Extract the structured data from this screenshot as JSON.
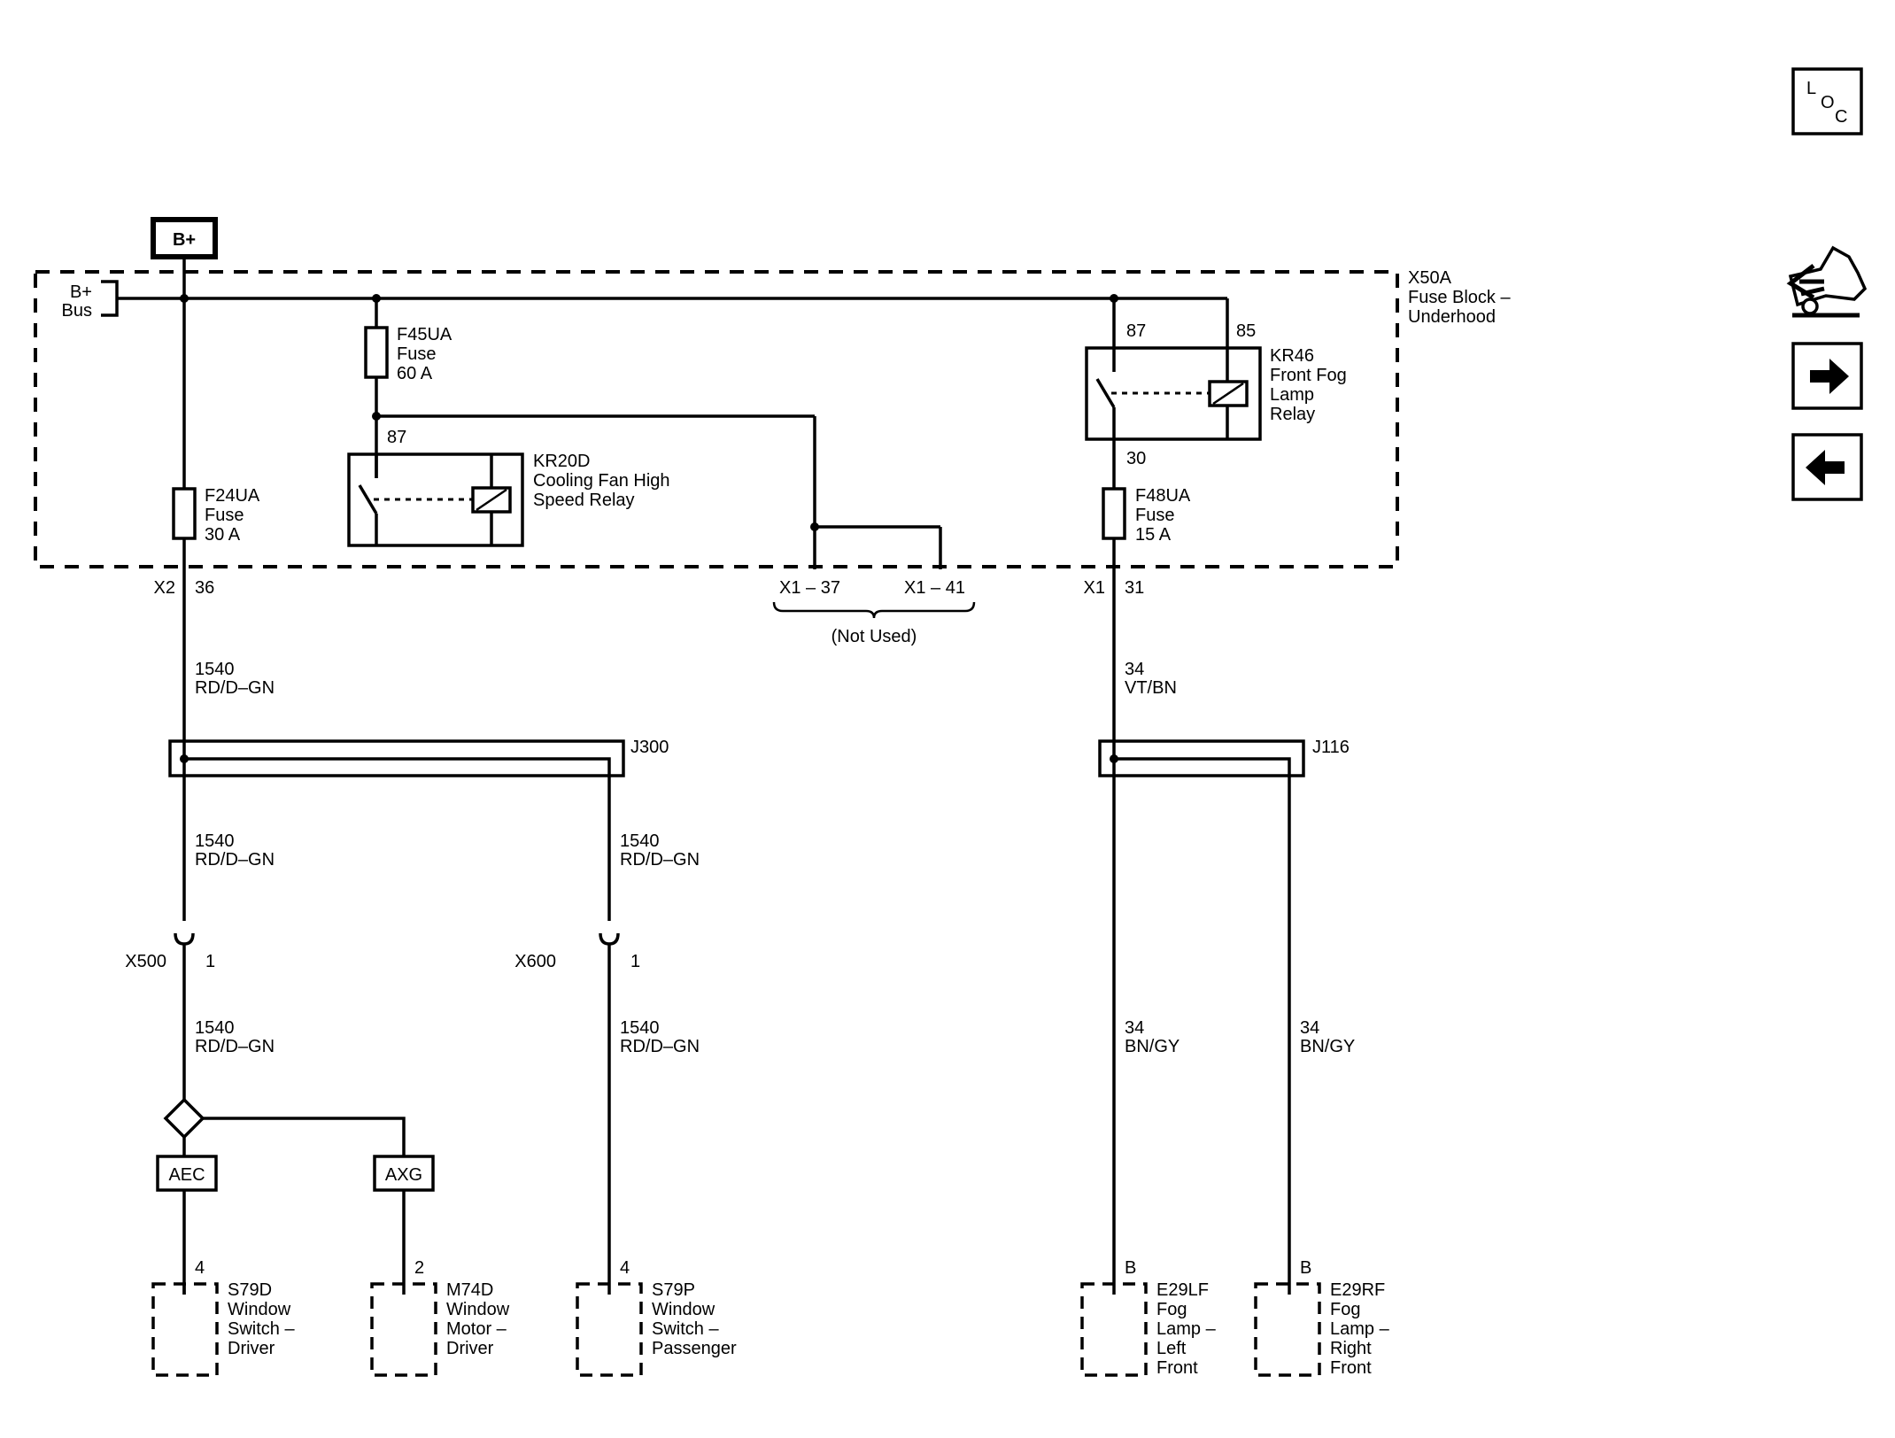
{
  "nav": {
    "loc": [
      "L",
      "O",
      "C"
    ],
    "icons": [
      "location-icon",
      "service-info-icon",
      "next-page-icon",
      "previous-page-icon"
    ]
  },
  "power": {
    "source": "B+",
    "bus_line1": "B+",
    "bus_line2": "Bus"
  },
  "fuse_block": {
    "id": "X50A",
    "line2": "Fuse Block –",
    "line3": "Underhood"
  },
  "fuses": {
    "f45ua": [
      "F45UA",
      "Fuse",
      "60 A"
    ],
    "f24ua": [
      "F24UA",
      "Fuse",
      "30 A"
    ],
    "f48ua": [
      "F48UA",
      "Fuse",
      "15 A"
    ]
  },
  "relays": {
    "kr20d": {
      "lines": [
        "KR20D",
        "Cooling Fan High",
        "Speed Relay"
      ],
      "pin": "87"
    },
    "kr46": {
      "lines": [
        "KR46",
        "Front Fog",
        "Lamp",
        "Relay"
      ],
      "pin_87": "87",
      "pin_85": "85",
      "pin_30": "30"
    }
  },
  "connectors": {
    "x2": {
      "id": "X2",
      "pin": "36"
    },
    "x1_left": "X1 – 37",
    "x1_right": "X1 – 41",
    "not_used": "(Not Used)",
    "x1": {
      "id": "X1",
      "pin": "31"
    },
    "x500": {
      "id": "X500",
      "pin": "1"
    },
    "x600": {
      "id": "X600",
      "pin": "1"
    }
  },
  "wires": {
    "w1540_a": [
      "1540",
      "RD/D–GN"
    ],
    "w34_a": [
      "34",
      "VT/BN"
    ],
    "w1540_b": [
      "1540",
      "RD/D–GN"
    ],
    "w1540_c": [
      "1540",
      "RD/D–GN"
    ],
    "w1540_d": [
      "1540",
      "RD/D–GN"
    ],
    "w1540_e": [
      "1540",
      "RD/D–GN"
    ],
    "w34_b": [
      "34",
      "BN/GY"
    ],
    "w34_c": [
      "34",
      "BN/GY"
    ]
  },
  "splices": {
    "j300": "J300",
    "j116": "J116"
  },
  "options": {
    "aec": "AEC",
    "axg": "AXG"
  },
  "components": {
    "s79d": {
      "pin": "4",
      "lines": [
        "S79D",
        "Window",
        "Switch –",
        "Driver"
      ]
    },
    "m74d": {
      "pin": "2",
      "lines": [
        "M74D",
        "Window",
        "Motor –",
        "Driver"
      ]
    },
    "s79p": {
      "pin": "4",
      "lines": [
        "S79P",
        "Window",
        "Switch –",
        "Passenger"
      ]
    },
    "e29lf": {
      "pin": "B",
      "lines": [
        "E29LF",
        "Fog",
        "Lamp –",
        "Left",
        "Front"
      ]
    },
    "e29rf": {
      "pin": "B",
      "lines": [
        "E29RF",
        "Fog",
        "Lamp –",
        "Right",
        "Front"
      ]
    }
  }
}
